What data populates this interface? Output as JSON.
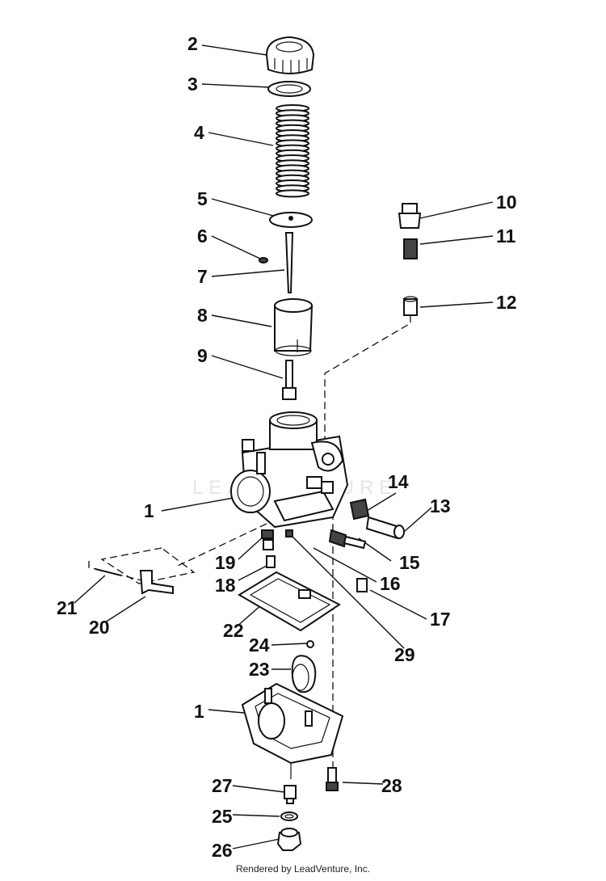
{
  "callouts": [
    "2",
    "3",
    "4",
    "5",
    "6",
    "7",
    "8",
    "9",
    "10",
    "11",
    "12",
    "1",
    "14",
    "13",
    "19",
    "18",
    "15",
    "16",
    "17",
    "21",
    "20",
    "22",
    "24",
    "23",
    "29",
    "1",
    "27",
    "28",
    "25",
    "26"
  ],
  "watermark": "LEADVENTURE",
  "footer": "Rendered by LeadVenture, Inc."
}
